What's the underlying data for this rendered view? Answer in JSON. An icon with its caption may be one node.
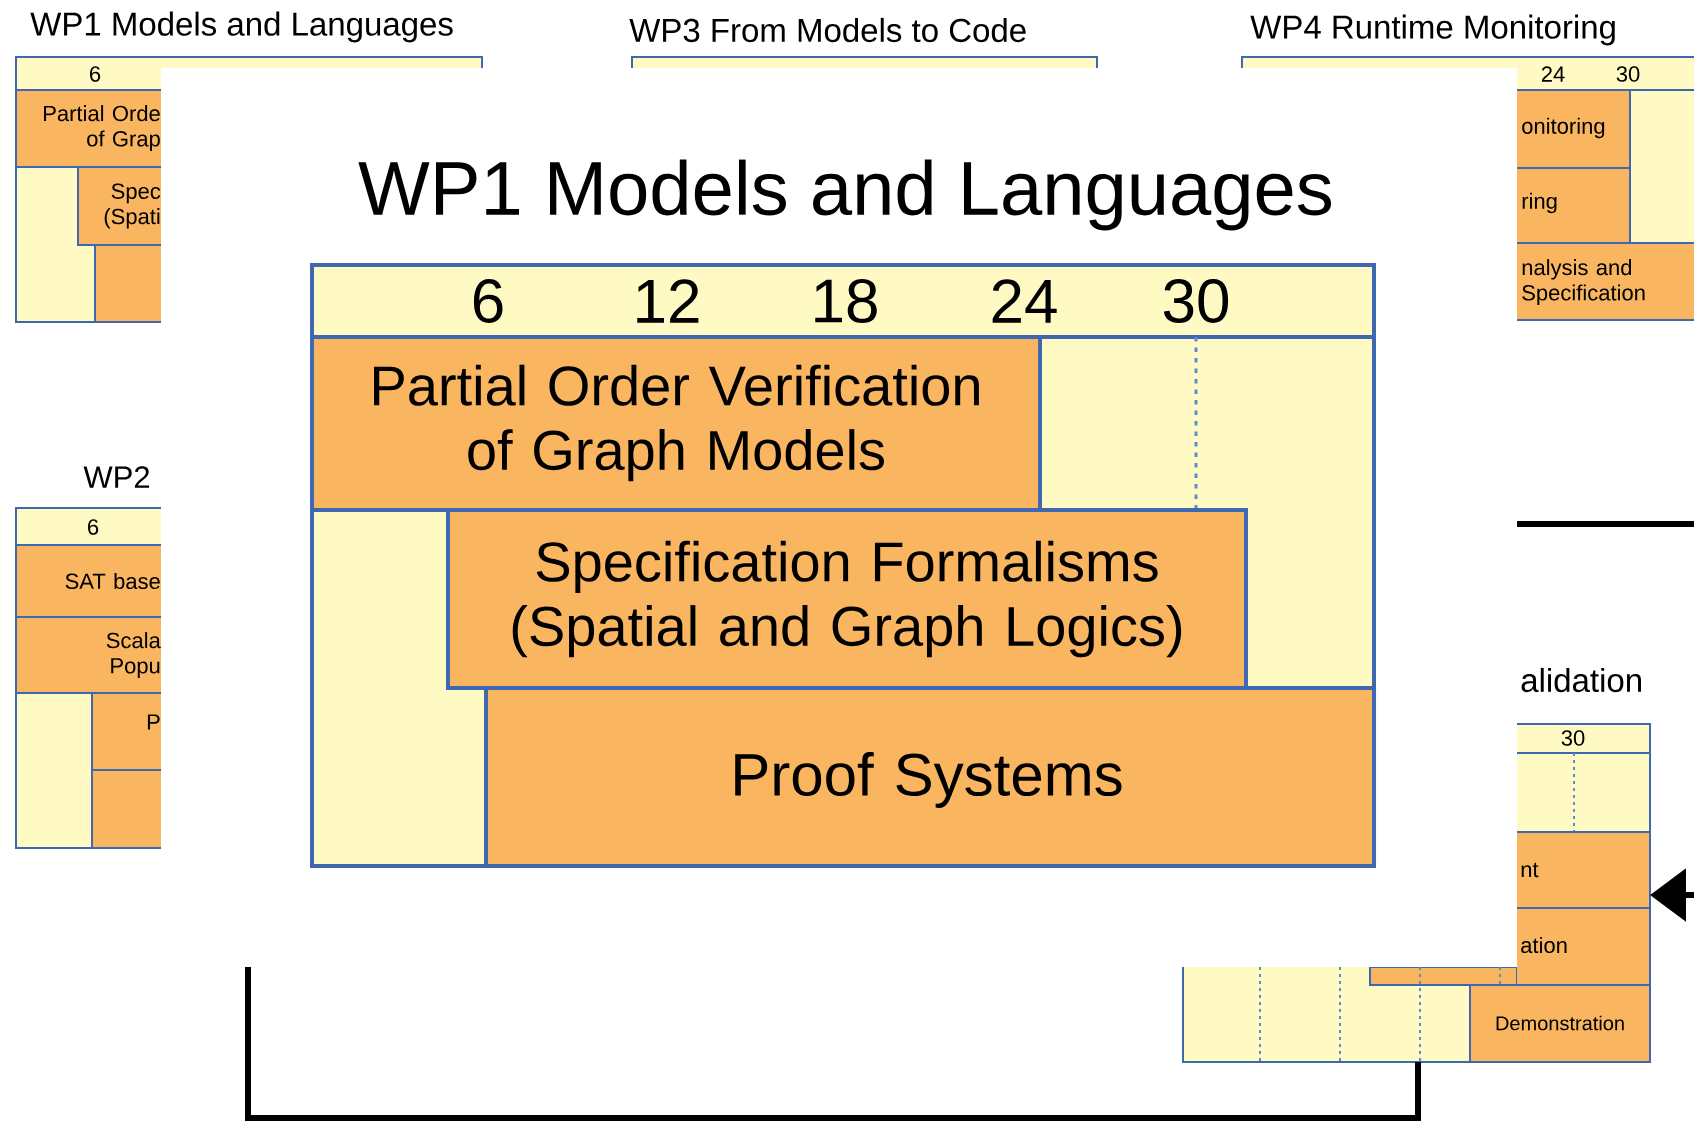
{
  "diagram": {
    "nodes": [
      {
        "text": [
          "WP1 Models and Languages"
        ]
      },
      {
        "text": [
          "Partial Orde of Grap"
        ],
        "in": 0
      },
      {
        "text": [
          "Spec (Spati"
        ],
        "in": 0
      },
      {
        "text": [],
        "shape": "bar",
        "in": 0
      },
      {
        "text": [
          "WP3 From Models to Code"
        ]
      },
      {
        "text": [
          "WP4 Runtime Monitoring"
        ]
      },
      {
        "text": [
          "onitoring"
        ],
        "in": 5
      },
      {
        "text": [
          "ring"
        ],
        "in": 5
      },
      {
        "text": [
          "nalysis and Specification"
        ],
        "in": 5
      },
      {
        "text": [
          "WP2"
        ]
      },
      {
        "text": [
          "SAT base"
        ],
        "in": 9
      },
      {
        "text": [
          "Scala Popu"
        ],
        "in": 9
      },
      {
        "text": [
          "P"
        ],
        "in": 9
      },
      {
        "text": [],
        "shape": "bar",
        "in": 9
      },
      {
        "text": [
          "alidation"
        ]
      },
      {
        "text": [
          "nt"
        ],
        "in": 14
      },
      {
        "text": [
          "ation"
        ],
        "in": 14
      },
      {
        "text": [
          "Demonstration"
        ],
        "in": 14
      },
      {
        "text": [
          "WP1 Models and Languages"
        ]
      },
      {
        "text": [
          "Partial Order Verification of Graph Models"
        ],
        "in": 18
      },
      {
        "text": [
          "Specification Formalisms (Spatial and Graph Logics)"
        ],
        "in": 18
      },
      {
        "text": [
          "Proof Systems"
        ],
        "in": 18
      }
    ],
    "edges": [
      {
        "from": 18,
        "to": 14,
        "arrow": "none"
      },
      {
        "from": null,
        "to": 15,
        "arrow": "to"
      }
    ],
    "labels": [
      "6",
      "24",
      "30",
      "6",
      "12",
      "18",
      "24",
      "30",
      "6",
      "30"
    ]
  }
}
